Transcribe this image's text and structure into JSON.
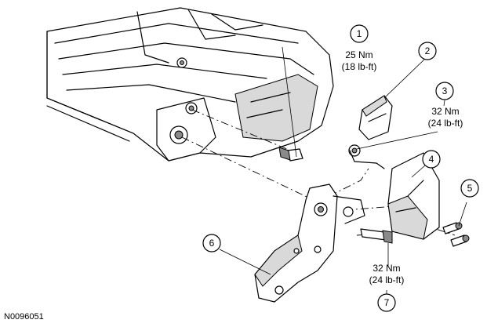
{
  "callouts": [
    {
      "num": "1",
      "torque_nm": "25 Nm",
      "torque_lbft": "(18 lb-ft)"
    },
    {
      "num": "2"
    },
    {
      "num": "3",
      "torque_nm": "32 Nm",
      "torque_lbft": "(24 lb-ft)"
    },
    {
      "num": "4"
    },
    {
      "num": "5"
    },
    {
      "num": "6"
    },
    {
      "num": "7",
      "torque_nm": "32 Nm",
      "torque_lbft": "(24 lb-ft)"
    }
  ],
  "reference_code": "N0096051"
}
